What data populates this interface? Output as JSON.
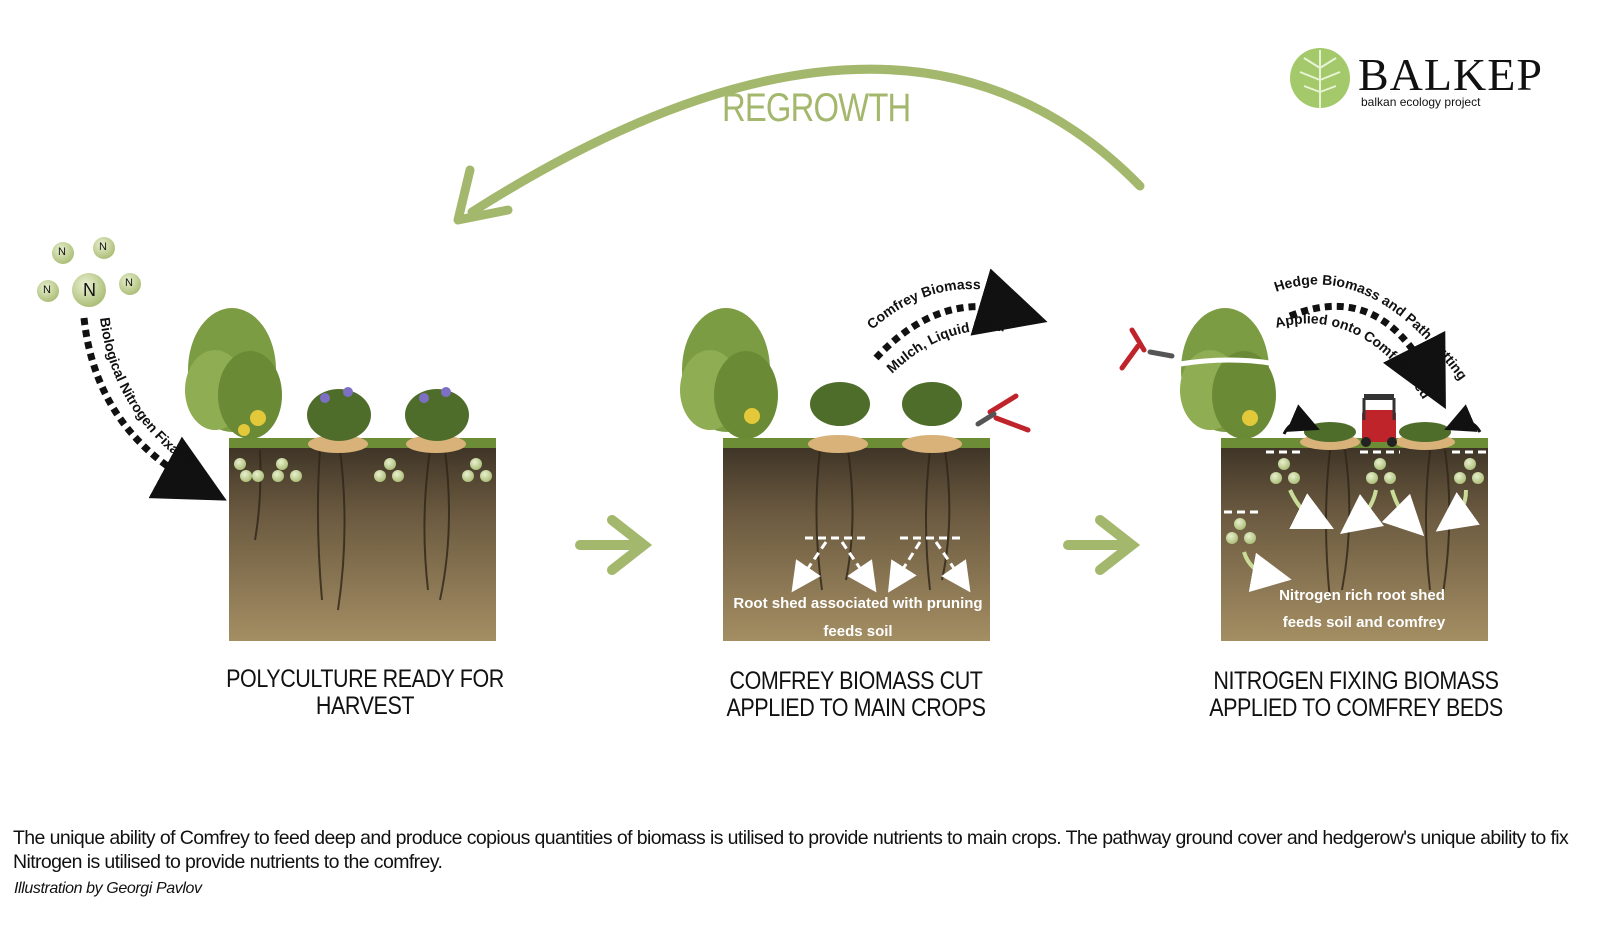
{
  "cycle_label": "REGROWTH",
  "logo": {
    "name": "BALKEP",
    "subtitle": "balkan ecology project"
  },
  "nitrogen_symbol": "N",
  "stages": [
    {
      "title_line1": "POLYCULTURE READY FOR HARVEST",
      "title_line2": "",
      "arrow_label": "Biological Nitrogen Fixation"
    },
    {
      "title_line1": "COMFREY BIOMASS CUT",
      "title_line2": "APPLIED TO MAIN CROPS",
      "arrow_label_line1": "Comfrey Biomass",
      "arrow_label_line2": "Mulch, Liquid Fert.",
      "soil_label_line1": "Root shed associated with pruning",
      "soil_label_line2": "feeds soil"
    },
    {
      "title_line1": "NITROGEN FIXING BIOMASS",
      "title_line2": "APPLIED TO COMFREY BEDS",
      "arrow_label_line1": "Hedge Biomass and Path Cuttings",
      "arrow_label_line2": "Applied onto Comfrey Beds",
      "soil_label_line1": "Nitrogen rich root shed",
      "soil_label_line2": "feeds soil and comfrey"
    }
  ],
  "caption": "The unique ability of Comfrey to feed deep and produce copious quantities of biomass is utilised to provide nutrients to main crops. The pathway ground cover and hedgerow's unique ability to fix Nitrogen is utilised to provide nutrients to the comfrey.",
  "credit": "Illustration by Georgi Pavlov",
  "colors": {
    "accent_green": "#a3b86c",
    "nitrogen_ball": "#c9d79b",
    "soil_dark": "#4a3f2e",
    "soil_light": "#a08a62",
    "foliage": "#6f8f3a",
    "pruner_red": "#c0242b"
  }
}
